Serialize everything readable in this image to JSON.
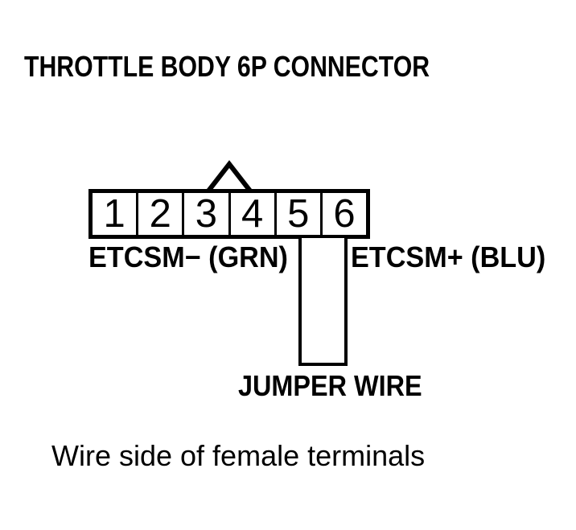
{
  "colors": {
    "ink": "#000000",
    "paper": "#ffffff"
  },
  "title": "THROTTLE BODY 6P CONNECTOR",
  "connector": {
    "terminals": [
      "1",
      "2",
      "3",
      "4",
      "5",
      "6"
    ],
    "cavity_marker_icon": "triangle-up-icon"
  },
  "wiring": {
    "left_terminal_label": "ETCSM− (GRN)",
    "right_terminal_label": "ETCSM+ (BLU)",
    "jumper_label": "JUMPER WIRE"
  },
  "caption": "Wire side of female terminals"
}
